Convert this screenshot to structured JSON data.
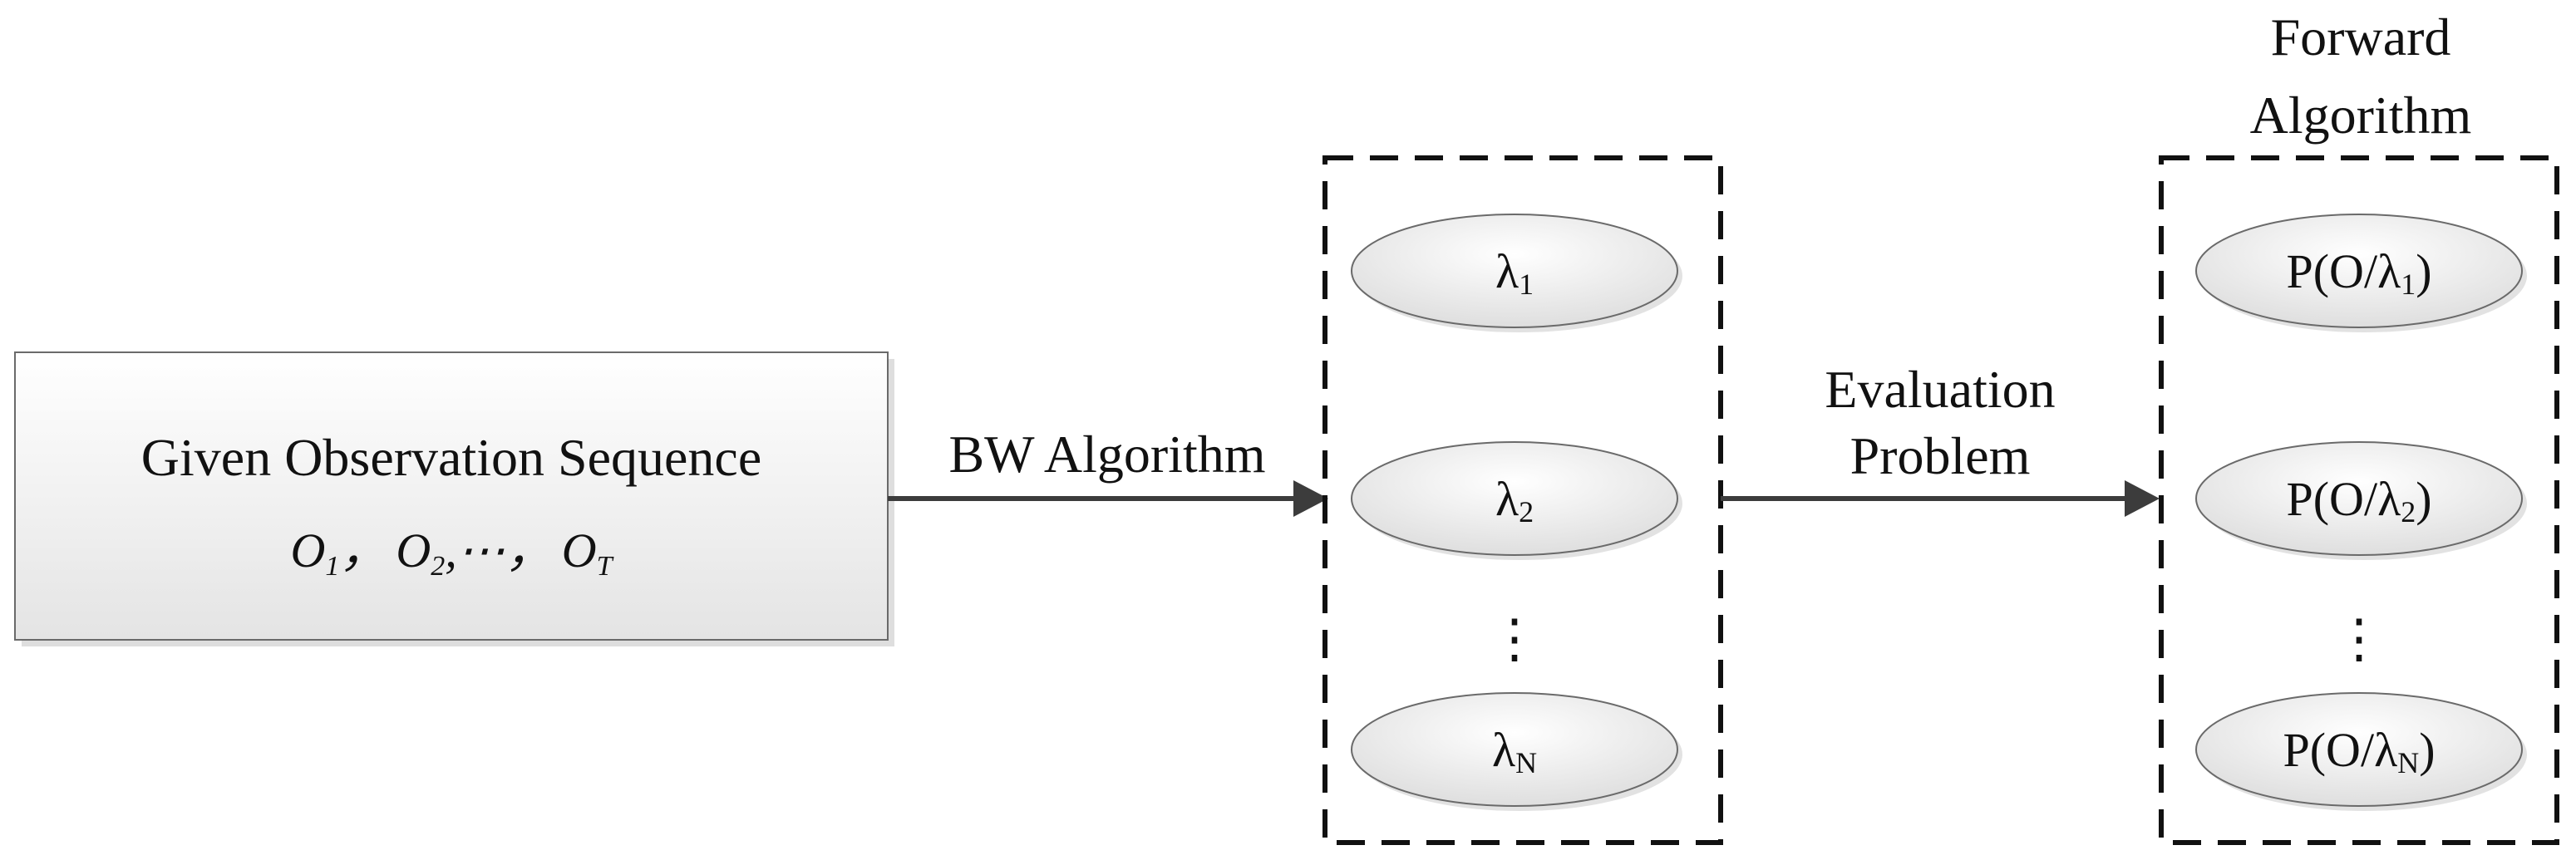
{
  "input_box": {
    "title": "Given Observation Sequence",
    "seq": {
      "o": "O",
      "s1": "1",
      "sep1": "，",
      "s2": "2",
      "sep2": ",",
      "dots": "⋯",
      "sep3": "，",
      "sT": "T"
    }
  },
  "arrow1": {
    "label": "BW Algorithm"
  },
  "models": {
    "lambda": "λ",
    "items": [
      {
        "sub": "1"
      },
      {
        "sub": "2"
      },
      {
        "sub": "N"
      }
    ],
    "vdots": "⋮"
  },
  "arrow2": {
    "label_line1": "Evaluation",
    "label_line2": "Problem"
  },
  "probs": {
    "header_line1": "Forward",
    "header_line2": "Algorithm",
    "prefix": "P(O/",
    "suffix": ")",
    "items": [
      {
        "sub": "1"
      },
      {
        "sub": "2"
      },
      {
        "sub": "N"
      }
    ],
    "vdots": "⋮"
  }
}
